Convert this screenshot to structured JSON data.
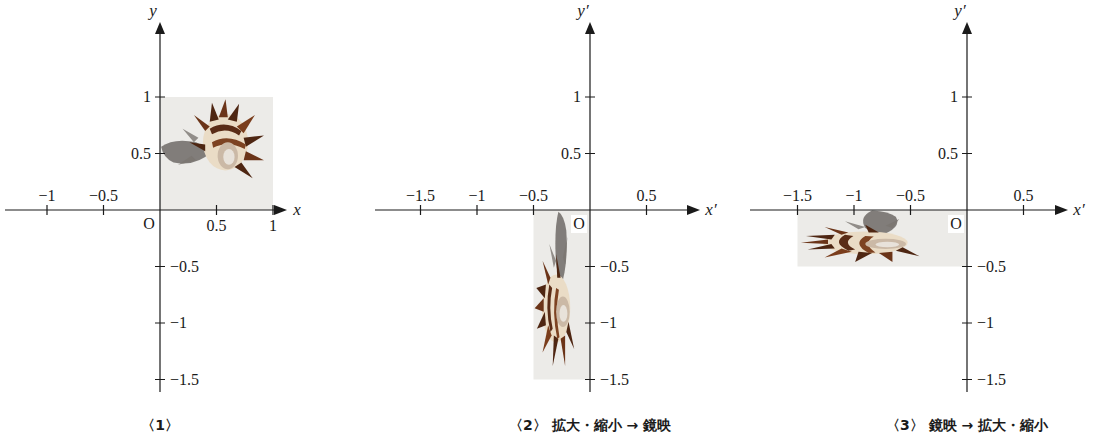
{
  "diagram": {
    "labels": [
      "y",
      "x",
      "O",
      "−1",
      "−0.5",
      "0.5",
      "1",
      "1",
      "0.5",
      "−0.5",
      "−1",
      "−1.5",
      "〈1〉",
      "y′",
      "x′",
      "O",
      "−1.5",
      "−1",
      "−0.5",
      "0.5",
      "1",
      "0.5",
      "−0.5",
      "−1",
      "−1.5",
      "〈2〉 拡大・縮小 → 鏡映",
      "y′",
      "x′",
      "O",
      "−1.5",
      "−1",
      "−0.5",
      "0.5",
      "1",
      "0.5",
      "−0.5",
      "−1",
      "−1.5",
      "〈3〉 鏡映 → 拡大・縮小"
    ]
  }
}
